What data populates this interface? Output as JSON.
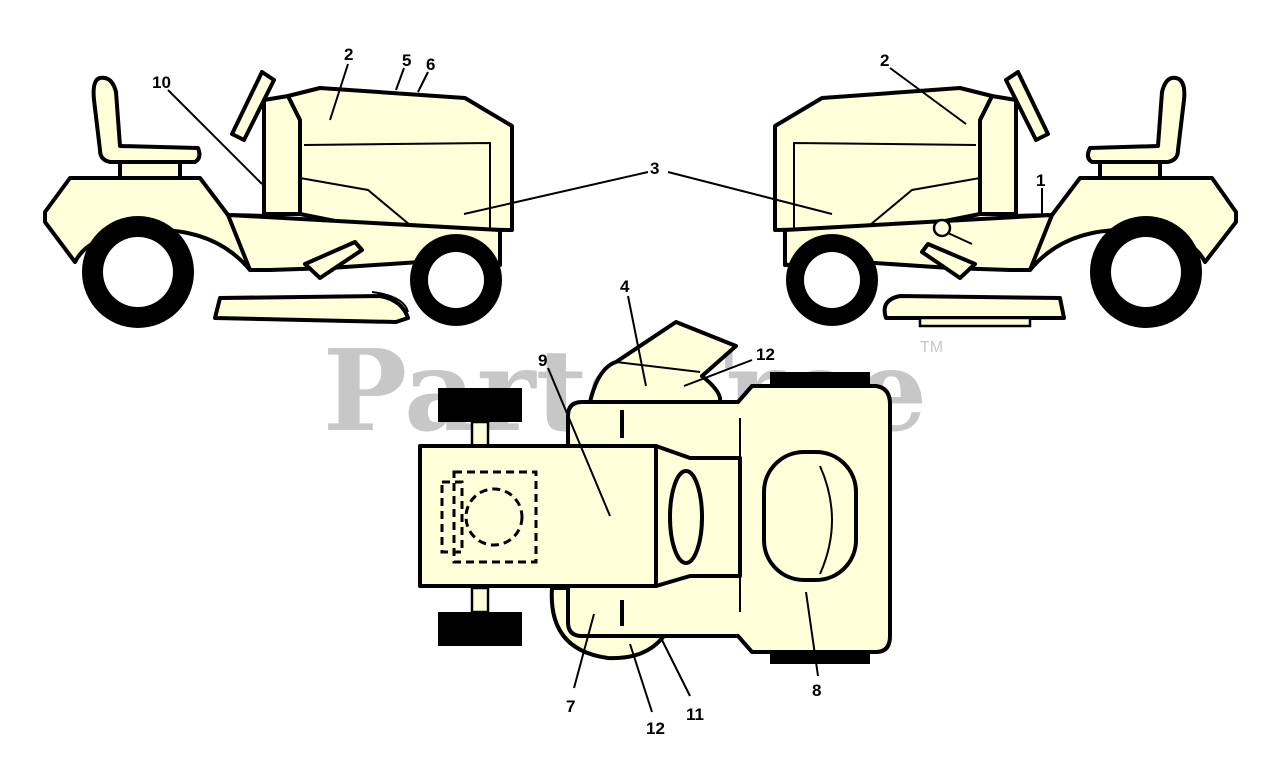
{
  "watermark": {
    "text": "PartsTree",
    "trademark": "TM",
    "color": "#c7c7c7"
  },
  "colors": {
    "body_fill": "#ffffd9",
    "outline": "#000000"
  },
  "callouts": [
    {
      "id": "label-10-left",
      "text": "10"
    },
    {
      "id": "label-2-left",
      "text": "2"
    },
    {
      "id": "label-5-left",
      "text": "5"
    },
    {
      "id": "label-6-left",
      "text": "6"
    },
    {
      "id": "label-3-center",
      "text": "3"
    },
    {
      "id": "label-2-right",
      "text": "2"
    },
    {
      "id": "label-1-right",
      "text": "1"
    },
    {
      "id": "label-4-top",
      "text": "4"
    },
    {
      "id": "label-12-top",
      "text": "12"
    },
    {
      "id": "label-9-top",
      "text": "9"
    },
    {
      "id": "label-7-top",
      "text": "7"
    },
    {
      "id": "label-12-bottom",
      "text": "12"
    },
    {
      "id": "label-11-top",
      "text": "11"
    },
    {
      "id": "label-8-top",
      "text": "8"
    }
  ]
}
